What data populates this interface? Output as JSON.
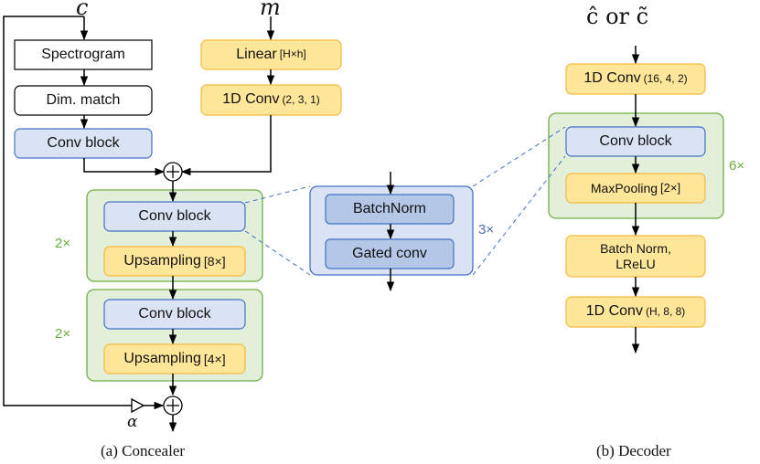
{
  "concealer": {
    "input_c": "c",
    "input_m": "m",
    "spectrogram": "Spectrogram",
    "dim_match": "Dim. match",
    "conv_block": "Conv block",
    "linear": "Linear",
    "linear_param": "[H×h]",
    "conv1d": "1D Conv",
    "conv1d_param": "(2, 3, 1)",
    "group1_conv": "Conv block",
    "group1_up": "Upsampling",
    "group1_up_param": "[8×]",
    "group1_repeat": "2×",
    "group2_conv": "Conv block",
    "group2_up": "Upsampling",
    "group2_up_param": "[4×]",
    "group2_repeat": "2×",
    "alpha": "α",
    "caption": "(a) Concealer"
  },
  "conv_block_detail": {
    "batchnorm": "BatchNorm",
    "gated_conv": "Gated conv",
    "repeat": "3×"
  },
  "decoder": {
    "input": "ĉ or c̃",
    "conv1d_top": "1D Conv",
    "conv1d_top_param": "(16, 4, 2)",
    "conv_block": "Conv block",
    "maxpool": "MaxPooling",
    "maxpool_param": "[2×]",
    "repeat": "6×",
    "batchnorm_line1": "Batch Norm,",
    "batchnorm_line2": "LReLU",
    "conv1d_bottom": "1D Conv",
    "conv1d_bottom_param": "(H, 8, 8)",
    "caption": "(b) Decoder"
  },
  "colors": {
    "green_fill": "#e2efd9",
    "green_stroke": "#70ad47",
    "blue_fill": "#dae3f3",
    "blue_stroke": "#4472c4",
    "yellow_fill": "#ffe699",
    "yellow_stroke": "#f4b942",
    "dark_blue_fill": "#b4c7e7"
  }
}
